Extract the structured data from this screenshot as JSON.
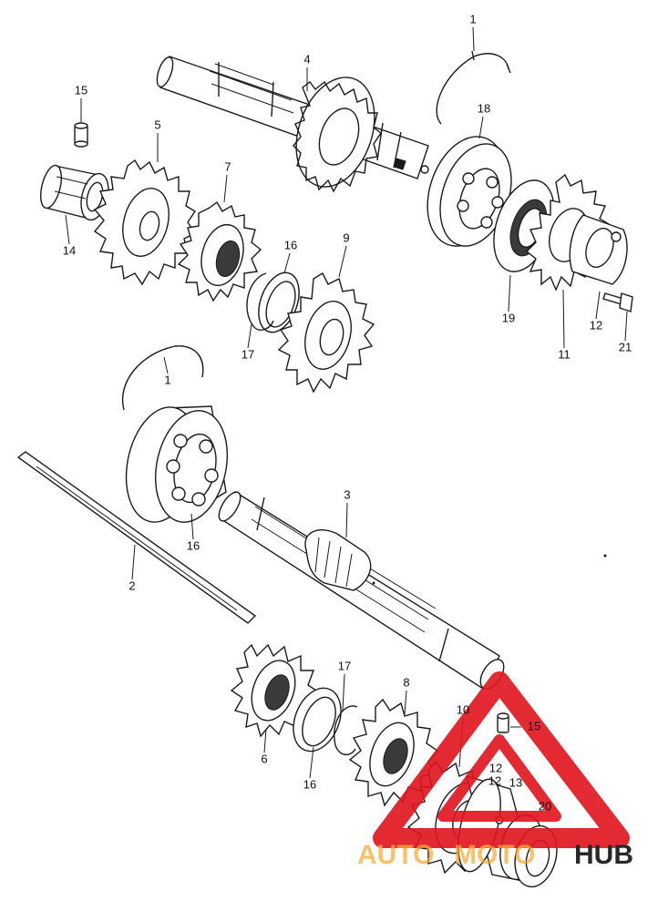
{
  "labels": {
    "p1_top": "1",
    "p1_mid": "1",
    "p2": "2",
    "p3": "3",
    "p4": "4",
    "p5": "5",
    "p6": "6",
    "p7": "7",
    "p8": "8",
    "p9": "9",
    "p10": "10",
    "p11": "11",
    "p12_top": "12",
    "p12_bottom": "12",
    "p12_bottom_b": "12",
    "p13": "13",
    "p14": "14",
    "p15_top": "15",
    "p15_bottom": "15",
    "p16_top": "16",
    "p16_mid": "16",
    "p16_bottom": "16",
    "p17_top": "17",
    "p17_bottom": "17",
    "p18_top": "18",
    "p19": "19",
    "p20": "20",
    "p21": "21"
  },
  "watermark": {
    "text_left": "AUTO",
    "text_mid": "MOTO",
    "text_right": "HUB",
    "color_triangle": "#e0141e",
    "color_auto": "#f5a623",
    "color_hub": "#111111"
  }
}
